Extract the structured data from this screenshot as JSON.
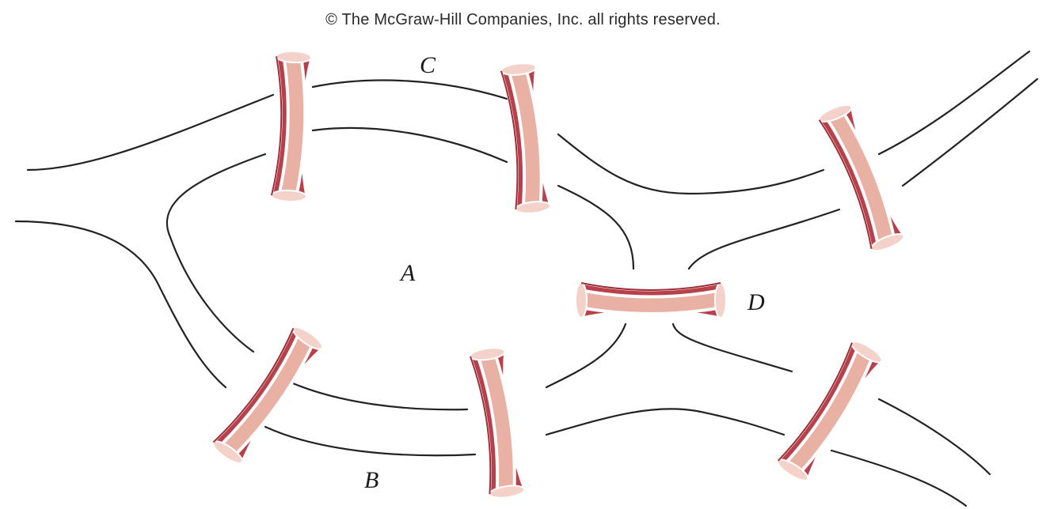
{
  "copyright": "© The McGraw-Hill Companies, Inc. all rights reserved.",
  "labels": {
    "a": "A",
    "b": "B",
    "c": "C",
    "d": "D"
  },
  "colors": {
    "bridge_dark": "#b8404a",
    "bridge_light": "#e9b0a4",
    "bridge_edge": "#ffffff",
    "river_line": "#222222"
  }
}
